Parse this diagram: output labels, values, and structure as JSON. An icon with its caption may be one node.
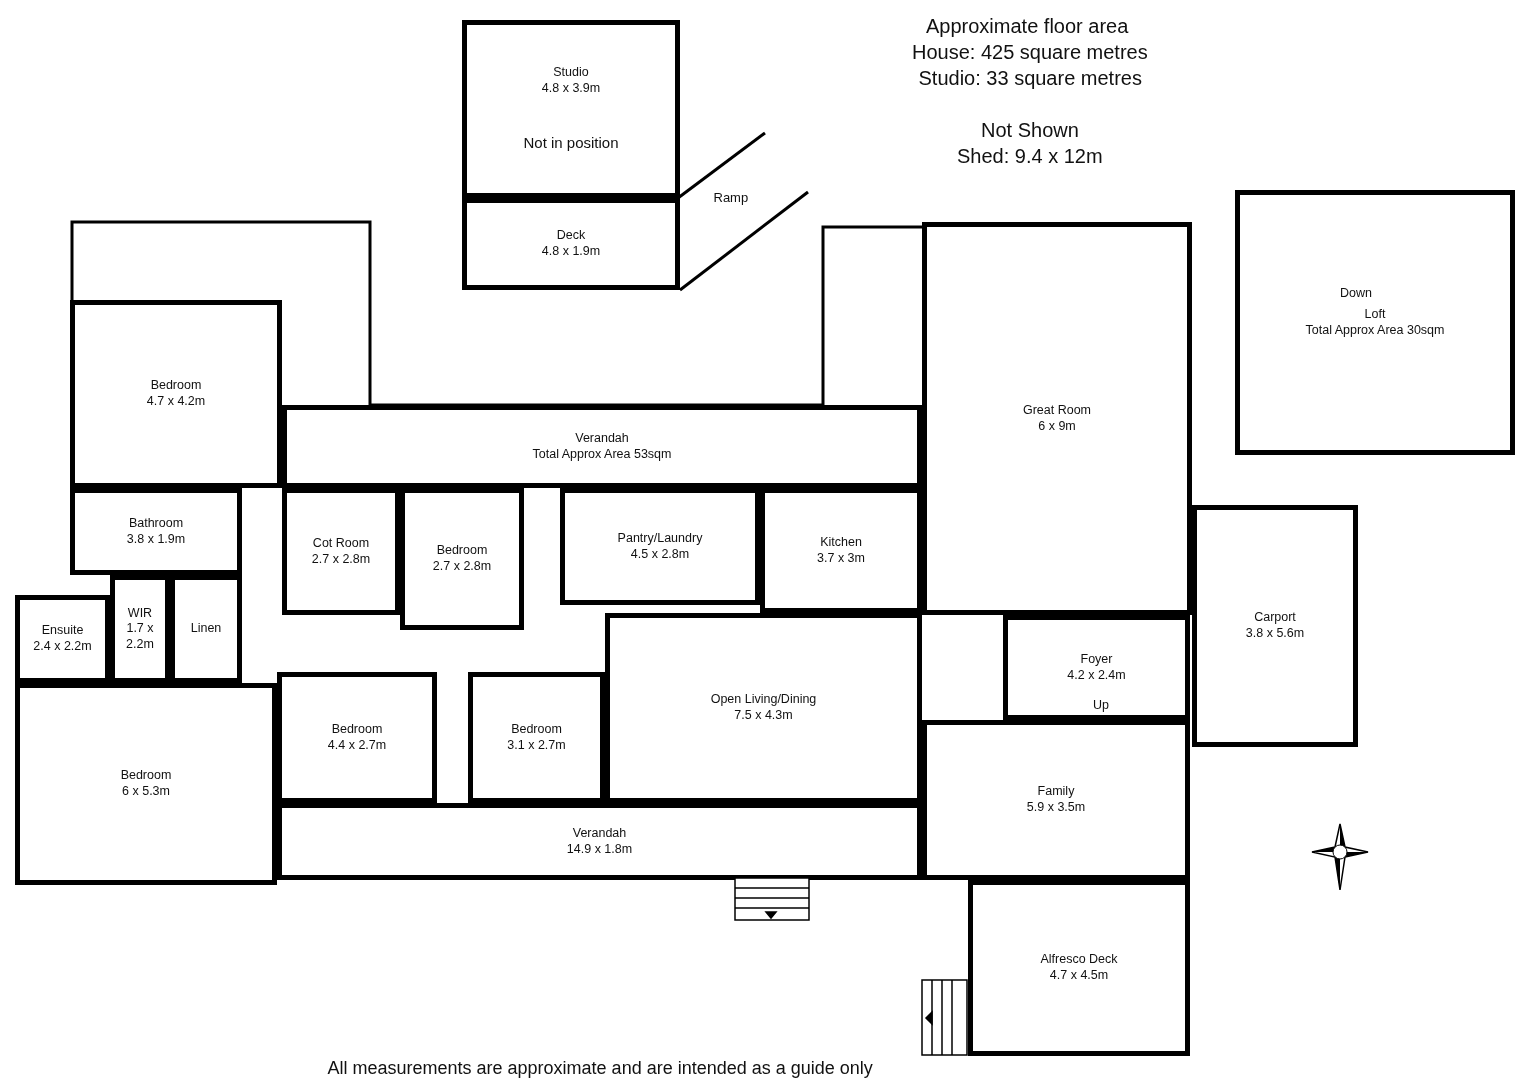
{
  "diagram": {
    "nodes": [
      {
        "text": [
          "Studio",
          "4.8 x 3.9m",
          "Not in position"
        ]
      },
      {
        "text": [
          "Deck",
          "4.8 x 1.9m"
        ]
      },
      {
        "text": [
          "Bedroom",
          "4.7 x 4.2m"
        ]
      },
      {
        "text": [
          "Verandah",
          "Total Approx Area 53sqm"
        ]
      },
      {
        "text": [
          "Great Room",
          "6 x 9m"
        ]
      },
      {
        "text": [
          "Loft",
          "Total Approx Area 30sqm"
        ]
      },
      {
        "text": [
          "Bathroom",
          "3.8 x 1.9m"
        ]
      },
      {
        "text": [
          "Cot Room",
          "2.7 x 2.8m"
        ]
      },
      {
        "text": [
          "Bedroom",
          "2.7 x 2.8m"
        ]
      },
      {
        "text": [
          "Pantry/Laundry",
          "4.5 x 2.8m"
        ]
      },
      {
        "text": [
          "Kitchen",
          "3.7 x 3m"
        ]
      },
      {
        "text": [
          "Carport",
          "3.8 x 5.6m"
        ]
      },
      {
        "text": [
          "Ensuite",
          "2.4 x 2.2m"
        ]
      },
      {
        "text": [
          "WIR",
          "1.7 x 2.2m"
        ]
      },
      {
        "text": [
          "Linen"
        ]
      },
      {
        "text": [
          "Foyer",
          "4.2 x 2.4m"
        ]
      },
      {
        "text": [
          "Bedroom",
          "6 x 5.3m"
        ]
      },
      {
        "text": [
          "Bedroom",
          "4.4 x 2.7m"
        ]
      },
      {
        "text": [
          "Bedroom",
          "3.1 x 2.7m"
        ]
      },
      {
        "text": [
          "Open Living/Dining",
          "7.5 x 4.3m"
        ]
      },
      {
        "text": [
          "Family",
          "5.9 x 3.5m"
        ]
      },
      {
        "text": [
          "Verandah",
          "14.9 x 1.8m"
        ]
      },
      {
        "text": [
          "Alfresco Deck",
          "4.7 x 4.5m"
        ]
      }
    ],
    "labels": [
      "Approximate floor area",
      "House: 425 square metres",
      "Studio: 33 square metres",
      "Not Shown",
      "Shed: 9.4 x 12m",
      "Ramp",
      "Down",
      "Up",
      "All measurements are approximate and are intended as a guide only"
    ]
  }
}
